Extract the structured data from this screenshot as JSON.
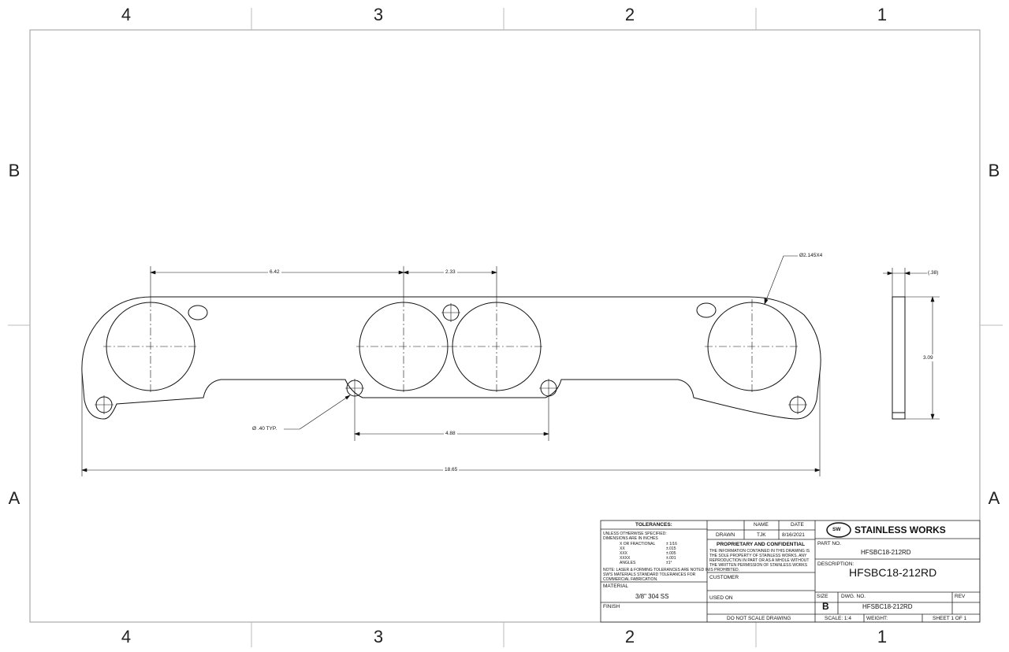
{
  "border": {
    "top_zones": [
      "4",
      "3",
      "2",
      "1"
    ],
    "side_zones": [
      "B",
      "A"
    ]
  },
  "dimensions": {
    "d_642": "6.42",
    "d_233": "2.33",
    "d_488": "4.88",
    "d_1865": "18.65",
    "hole_dia": "Ø2.145X4",
    "bolt_dia": "Ø .40 TYP.",
    "thickness": "(.38)",
    "height": "3.09"
  },
  "title_block": {
    "tolerances_title": "TOLERANCES:",
    "tolerance_lines": [
      "UNLESS OTHERWISE SPECIFIED:",
      "DIMENSIONS ARE IN INCHES"
    ],
    "tol_rows": [
      {
        "label": "X OR FRACTIONAL",
        "value": "± 1/16"
      },
      {
        "label": "XX",
        "value": "±.015"
      },
      {
        "label": "XXX",
        "value": "±.005"
      },
      {
        "label": "XXXX",
        "value": "±.001"
      },
      {
        "label": "ANGLES",
        "value": "±1°"
      }
    ],
    "tol_note": [
      "NOTE: LASER & FORMING TOLERANCES ARE NOTED IN",
      "SW'S MATERIALS STANDARD TOLERANCES FOR",
      "COMMERCIAL FABRICATION."
    ],
    "material_label": "MATERIAL",
    "material_value": "3/8\" 304 SS",
    "finish_label": "FINISH",
    "name_label": "NAME",
    "date_label": "DATE",
    "drawn_label": "DRAWN",
    "drawn_name": "TJK",
    "drawn_date": "8/16/2021",
    "proprietary_title": "PROPRIETARY AND CONFIDENTIAL",
    "proprietary_text": [
      "THE INFORMATION CONTAINED IN THIS DRAWING IS",
      "THE SOLE PROPERTY OF STAINLESS WORKS. ANY",
      "REPRODUCTION IN PART OR AS A WHOLE WITHOUT",
      "THE WRITTEN PERMISSION OF STAINLESS WORKS",
      "IS PROHIBITED."
    ],
    "customer_label": "CUSTOMER",
    "used_on_label": "USED ON",
    "do_not_scale": "DO NOT SCALE DRAWING",
    "logo_text": "SW",
    "company": "STAINLESS WORKS",
    "part_no_label": "PART NO.",
    "part_no_value": "HFSBC18-212RD",
    "description_label": "DESCRIPTION:",
    "description_value": "HFSBC18-212RD",
    "size_label": "SIZE",
    "size_value": "B",
    "dwg_no_label": "DWG.  NO.",
    "dwg_no_value": "HFSBC18-212RD",
    "rev_label": "REV",
    "scale": "SCALE: 1:4",
    "weight": "WEIGHT:",
    "sheet": "SHEET 1 OF 1"
  }
}
